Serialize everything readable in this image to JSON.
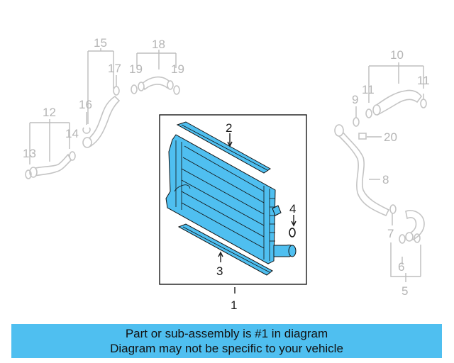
{
  "diagram": {
    "callouts": {
      "c1": "1",
      "c2": "2",
      "c3": "3",
      "c4": "4",
      "c5": "5",
      "c6": "6",
      "c7": "7",
      "c8": "8",
      "c9": "9",
      "c10": "10",
      "c11a": "11",
      "c11b": "11",
      "c12": "12",
      "c13": "13",
      "c14": "14",
      "c15": "15",
      "c16": "16",
      "c17": "17",
      "c18": "18",
      "c19a": "19",
      "c19b": "19",
      "c20": "20"
    },
    "colors": {
      "highlight": "#4fbff0",
      "inactive": "#c4c4c4",
      "outline": "#111111"
    }
  },
  "banner": {
    "line1": "Part or sub-assembly is #1 in diagram",
    "line2": "Diagram may not be specific to your vehicle"
  }
}
